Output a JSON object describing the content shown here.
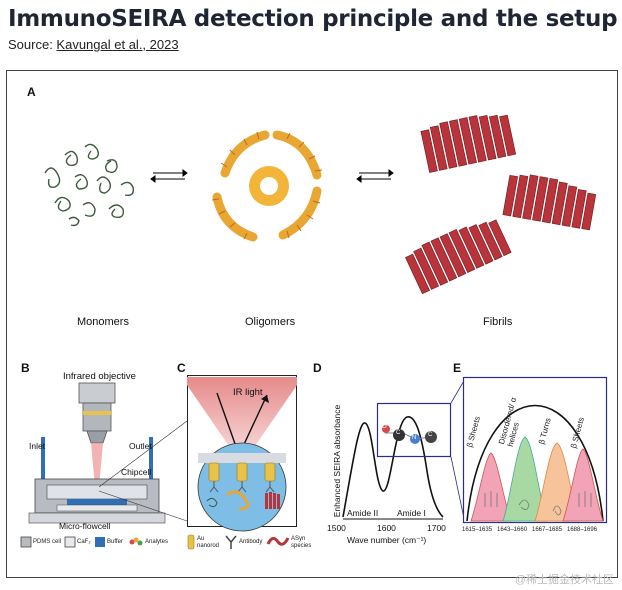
{
  "header": {
    "title": "ImmunoSEIRA detection principle and the setup",
    "source_prefix": "Source: ",
    "source_link": "Kavungal et al., 2023"
  },
  "panel_a": {
    "label": "A",
    "captions": {
      "monomers": "Monomers",
      "oligomers": "Oligomers",
      "fibrils": "Fibrils"
    }
  },
  "panel_b": {
    "label": "B",
    "infrared_objective": "Infrared objective",
    "inlet": "Inlet",
    "outlet": "Outlet",
    "chipcell": "Chipcell",
    "micro_flowcell": "Micro-flowcell",
    "legend": {
      "pdms": "PDMS cell",
      "caf2": "CaF₂",
      "buffer": "Buffer",
      "analytes": "Analytes",
      "au": "Au nanorod",
      "antibody": "Antibody",
      "asyn": "ASyn species"
    }
  },
  "panel_c": {
    "label": "C",
    "ir_light": "IR light"
  },
  "panel_d": {
    "label": "D",
    "ylabel": "Enhanced SEIRA absorbance",
    "xlabel": "Wave number (cm⁻¹)",
    "ticks": [
      "1500",
      "1600",
      "1700"
    ],
    "amide2": "Amide II",
    "amide1": "Amide I",
    "atoms": {
      "o": "O",
      "c": "C",
      "n": "N"
    }
  },
  "panel_e": {
    "label": "E",
    "bands": [
      {
        "label": "β Sheets",
        "range": "1615–1635"
      },
      {
        "label": "Disordered/ α helices",
        "range": "1643–1660"
      },
      {
        "label": "β Turns",
        "range": "1667–1685"
      },
      {
        "label": "β Sheets",
        "range": "1688–1696"
      }
    ],
    "colors": [
      "#f2a3b5",
      "#a8d9a2",
      "#f7c39a",
      "#f2a3b5"
    ]
  },
  "watermark": "@稀土掘金技术社区"
}
